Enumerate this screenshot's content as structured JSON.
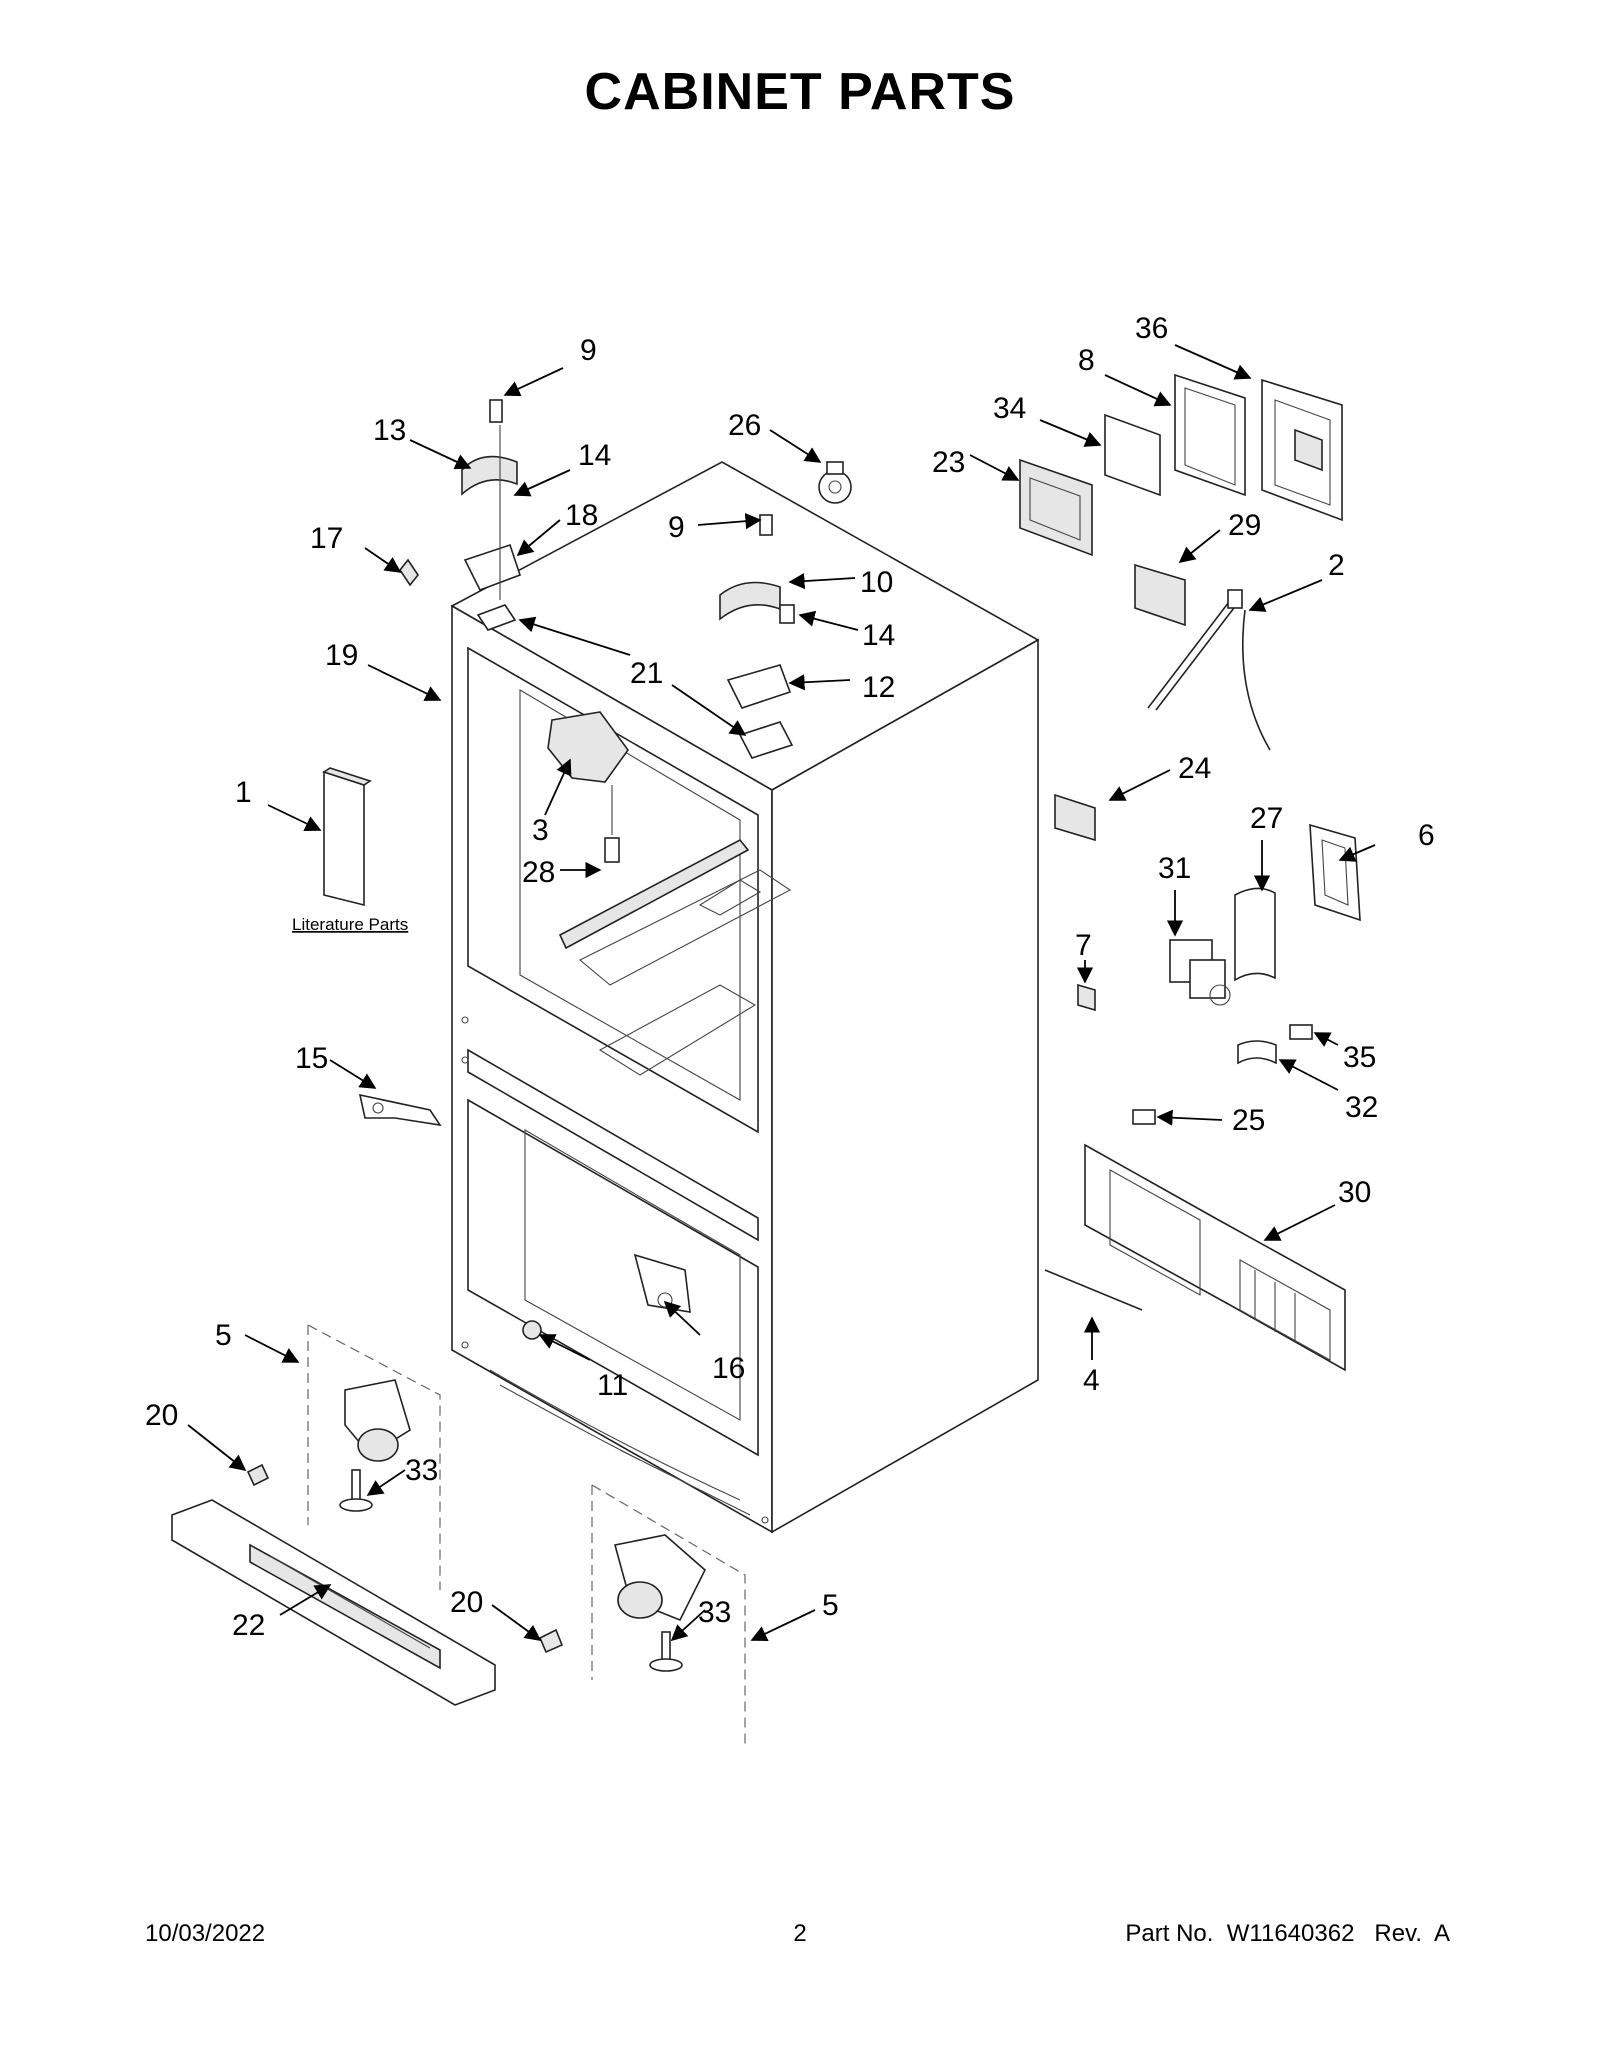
{
  "title": "CABINET PARTS",
  "literature_label": "Literature Parts",
  "footer": {
    "date": "10/03/2022",
    "page": "2",
    "part_no": "Part No.  W11640362   Rev.  A"
  },
  "callouts": [
    "1",
    "2",
    "3",
    "4",
    "5",
    "5",
    "6",
    "7",
    "8",
    "9",
    "9",
    "10",
    "11",
    "12",
    "13",
    "14",
    "14",
    "15",
    "16",
    "17",
    "18",
    "19",
    "20",
    "20",
    "21",
    "22",
    "23",
    "24",
    "25",
    "26",
    "27",
    "28",
    "29",
    "30",
    "31",
    "32",
    "33",
    "33",
    "34",
    "35",
    "36"
  ]
}
